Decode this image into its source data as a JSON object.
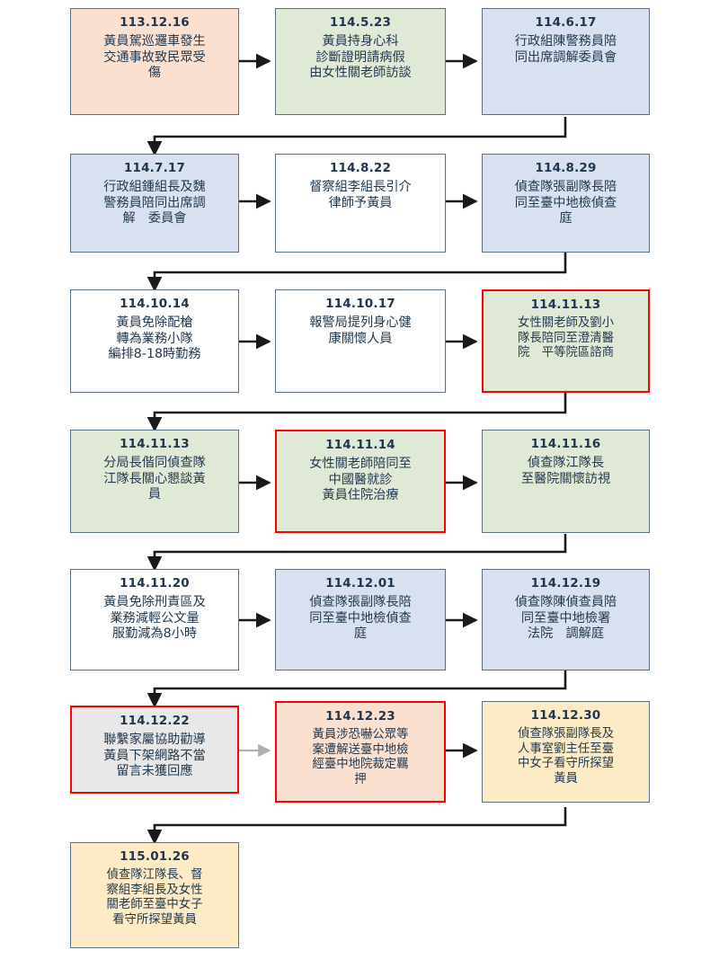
{
  "chart_data": {
    "type": "diagram",
    "title": "",
    "diagram_kind": "flowchart-timeline",
    "flow_direction": "left-to-right, snaking down rows",
    "palette": {
      "peach": "#fbe0d0",
      "green": "#e0e9d6",
      "blue": "#d9e1f0",
      "white": "#ffffff",
      "gray": "#e8e8e8",
      "cream": "#fcebc4",
      "border_default": "#5a6f84",
      "border_highlight": "#ff0000",
      "arrow_dark": "#1a1a1a",
      "arrow_light": "#b0b0b0",
      "text": "#23394f"
    },
    "nodes": [
      {
        "id": "n1",
        "date": "113.12.16",
        "text": "黃員駕巡邏車發生\n交通事故致民眾受\n傷",
        "fill": "#fbe0d0",
        "highlight": false,
        "row": 1,
        "col": 1
      },
      {
        "id": "n2",
        "date": "114.5.23",
        "text": "黃員持身心科\n診斷證明請病假\n由女性關老師訪談",
        "fill": "#e0e9d6",
        "highlight": false,
        "row": 1,
        "col": 2
      },
      {
        "id": "n3",
        "date": "114.6.17",
        "text": "行政組陳警務員陪\n同出席調解委員會",
        "fill": "#d9e1f0",
        "highlight": false,
        "row": 1,
        "col": 3
      },
      {
        "id": "n4",
        "date": "114.7.17",
        "text": "行政組鍾組長及魏\n警務員陪同出席調\n解　委員會",
        "fill": "#d9e1f0",
        "highlight": false,
        "row": 2,
        "col": 1
      },
      {
        "id": "n5",
        "date": "114.8.22",
        "text": "督察組李組長引介\n律師予黃員",
        "fill": "#ffffff",
        "highlight": false,
        "row": 2,
        "col": 2
      },
      {
        "id": "n6",
        "date": "114.8.29",
        "text": "偵查隊張副隊長陪\n同至臺中地檢偵查\n庭",
        "fill": "#d9e1f0",
        "highlight": false,
        "row": 2,
        "col": 3
      },
      {
        "id": "n7",
        "date": "114.10.14",
        "text": "黃員免除配槍\n轉為業務小隊\n編排8-18時勤務",
        "fill": "#ffffff",
        "highlight": false,
        "row": 3,
        "col": 1
      },
      {
        "id": "n8",
        "date": "114.10.17",
        "text": "報警局提列身心健\n康關懷人員",
        "fill": "#ffffff",
        "highlight": false,
        "row": 3,
        "col": 2
      },
      {
        "id": "n9",
        "date": "114.11.13",
        "text": "女性關老師及劉小\n隊長陪同至澄清醫\n院　平等院區諮商",
        "fill": "#e0e9d6",
        "highlight": true,
        "row": 3,
        "col": 3
      },
      {
        "id": "n10",
        "date": "114.11.13",
        "text": "分局長偕同偵查隊\n江隊長關心懇談黃\n員",
        "fill": "#e0e9d6",
        "highlight": false,
        "row": 4,
        "col": 1
      },
      {
        "id": "n11",
        "date": "114.11.14",
        "text": "女性關老師陪同至\n中國醫就診\n黃員住院治療",
        "fill": "#e0e9d6",
        "highlight": true,
        "row": 4,
        "col": 2
      },
      {
        "id": "n12",
        "date": "114.11.16",
        "text": "偵查隊江隊長\n至醫院關懷訪視",
        "fill": "#e0e9d6",
        "highlight": false,
        "row": 4,
        "col": 3
      },
      {
        "id": "n13",
        "date": "114.11.20",
        "text": "黃員免除刑責區及\n業務減輕公文量\n服勤減為8小時",
        "fill": "#ffffff",
        "highlight": false,
        "row": 5,
        "col": 1
      },
      {
        "id": "n14",
        "date": "114.12.01",
        "text": "偵查隊張副隊長陪\n同至臺中地檢偵查\n庭",
        "fill": "#d9e1f0",
        "highlight": false,
        "row": 5,
        "col": 2
      },
      {
        "id": "n15",
        "date": "114.12.19",
        "text": "偵查隊陳偵查員陪\n同至臺中地檢署\n法院　調解庭",
        "fill": "#d9e1f0",
        "highlight": false,
        "row": 5,
        "col": 3
      },
      {
        "id": "n16",
        "date": "114.12.22",
        "text": "聯繫家屬協助勸導\n黃員下架網路不當\n留言未獲回應",
        "fill": "#e8e8e8",
        "highlight": true,
        "row": 6,
        "col": 1
      },
      {
        "id": "n17",
        "date": "114.12.23",
        "text": "黃員涉恐嚇公眾等\n案遭解送臺中地檢\n經臺中地院裁定羈\n押",
        "fill": "#fbe0d0",
        "highlight": true,
        "row": 6,
        "col": 2
      },
      {
        "id": "n18",
        "date": "114.12.30",
        "text": "偵查隊張副隊長及\n人事室劉主任至臺\n中女子看守所探望\n黃員",
        "fill": "#fcebc4",
        "highlight": false,
        "row": 6,
        "col": 3
      },
      {
        "id": "n19",
        "date": "115.01.26",
        "text": "偵查隊江隊長、督\n察組李組長及女性\n關老師至臺中女子\n看守所探望黃員",
        "fill": "#fcebc4",
        "highlight": false,
        "row": 7,
        "col": 1
      }
    ],
    "edges": [
      {
        "from": "n1",
        "to": "n2",
        "style": "dark",
        "kind": "horizontal"
      },
      {
        "from": "n2",
        "to": "n3",
        "style": "dark",
        "kind": "horizontal"
      },
      {
        "from": "n3",
        "to": "n4",
        "style": "dark",
        "kind": "snake-down"
      },
      {
        "from": "n4",
        "to": "n5",
        "style": "dark",
        "kind": "horizontal"
      },
      {
        "from": "n5",
        "to": "n6",
        "style": "dark",
        "kind": "horizontal"
      },
      {
        "from": "n6",
        "to": "n7",
        "style": "dark",
        "kind": "snake-down"
      },
      {
        "from": "n7",
        "to": "n8",
        "style": "dark",
        "kind": "horizontal"
      },
      {
        "from": "n8",
        "to": "n9",
        "style": "dark",
        "kind": "horizontal"
      },
      {
        "from": "n9",
        "to": "n10",
        "style": "dark",
        "kind": "snake-down"
      },
      {
        "from": "n10",
        "to": "n11",
        "style": "dark",
        "kind": "horizontal"
      },
      {
        "from": "n11",
        "to": "n12",
        "style": "dark",
        "kind": "horizontal"
      },
      {
        "from": "n12",
        "to": "n13",
        "style": "dark",
        "kind": "snake-down"
      },
      {
        "from": "n13",
        "to": "n14",
        "style": "dark",
        "kind": "horizontal"
      },
      {
        "from": "n14",
        "to": "n15",
        "style": "dark",
        "kind": "horizontal"
      },
      {
        "from": "n15",
        "to": "n16",
        "style": "dark",
        "kind": "snake-down"
      },
      {
        "from": "n16",
        "to": "n17",
        "style": "light",
        "kind": "horizontal"
      },
      {
        "from": "n17",
        "to": "n18",
        "style": "dark",
        "kind": "horizontal"
      },
      {
        "from": "n18",
        "to": "n19",
        "style": "dark",
        "kind": "snake-down"
      }
    ]
  }
}
